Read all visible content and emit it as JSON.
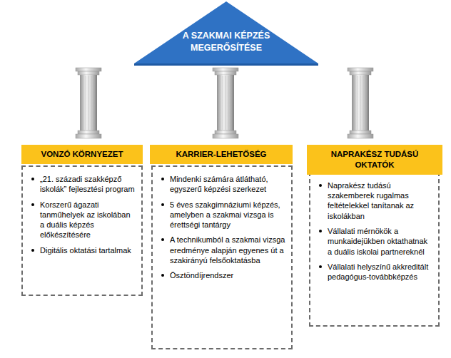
{
  "diagram": {
    "nodes": [
      {
        "text": [
          "A SZAKMAI KÉPZÉS MEGERŐSÍTÉSE"
        ]
      },
      {
        "text": [
          "VONZÓ KÖRNYEZET"
        ]
      },
      {
        "text": [
          "„21. századi szakképző iskolák” fejlesztési program",
          "Korszerű ágazati tanműhelyek az iskolában a duális képzés előkészítésére",
          "Digitális oktatási tartalmak"
        ]
      },
      {
        "text": [
          "KARRIER-LEHETŐSÉG"
        ]
      },
      {
        "text": [
          "Mindenki számára átlátható, egyszerű képzési szerkezet",
          "5 éves szakgimnáziumi képzés, amelyben a szakmai vizsga is érettségi tantárgy",
          "A technikumból a szakmai vizsga eredménye alapján egyenes út a szakirányú felsőoktatásba",
          "Ösztöndíjrendszer"
        ]
      },
      {
        "text": [
          "NAPRAKÉSZ TUDÁSÚ OKTATÓK"
        ]
      },
      {
        "text": [
          "Naprakész tudású szakemberek rugalmas feltételekkel tanítanak az iskolákban",
          "Vállalati mérnökök a munkaidejükben oktathatnak a duális iskolai partnereknél",
          "Vállalati helyszínű akkreditált pedagógus-továbbképzés"
        ]
      }
    ]
  }
}
